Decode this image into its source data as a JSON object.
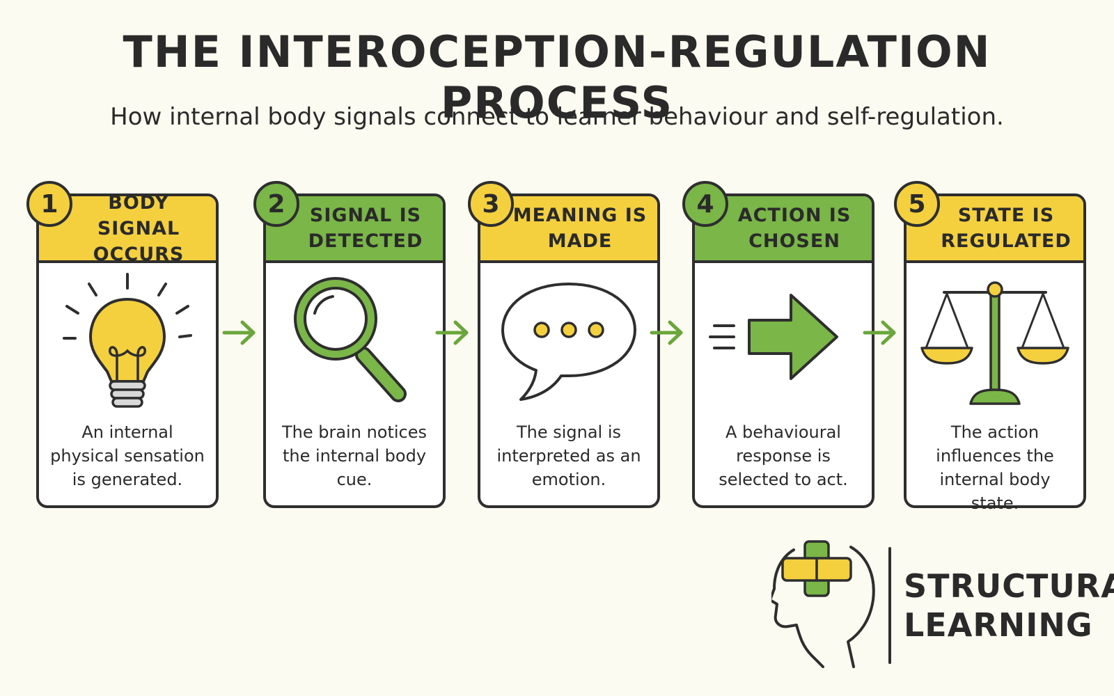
{
  "header": {
    "title": "THE INTEROCEPTION-REGULATION PROCESS",
    "subtitle": "How internal body signals connect to learner behaviour and self-regulation."
  },
  "steps": [
    {
      "number": "1",
      "title": "BODY SIGNAL OCCURS",
      "description": "An internal physical sensation is generated.",
      "color": "#f4d03f",
      "icon": "lightbulb-icon"
    },
    {
      "number": "2",
      "title": "SIGNAL IS DETECTED",
      "description": "The brain notices the internal body cue.",
      "color": "#7ab648",
      "icon": "magnifying-glass-icon"
    },
    {
      "number": "3",
      "title": "MEANING IS MADE",
      "description": "The signal is interpreted as an emotion.",
      "color": "#f4d03f",
      "icon": "speech-bubble-icon"
    },
    {
      "number": "4",
      "title": "ACTION IS CHOSEN",
      "description": "A behavioural response is selected to act.",
      "color": "#7ab648",
      "icon": "arrow-right-icon"
    },
    {
      "number": "5",
      "title": "STATE IS REGULATED",
      "description": "The action influences the internal body state.",
      "color": "#f4d03f",
      "icon": "balance-scale-icon"
    }
  ],
  "colors": {
    "yellow": "#f4d03f",
    "green": "#7ab648",
    "outline": "#2e2e2e",
    "background": "#fcfbf1"
  },
  "logo": {
    "line1": "STRUCTURAL",
    "line2": "LEARNING",
    "icon": "head-puzzle-icon"
  }
}
